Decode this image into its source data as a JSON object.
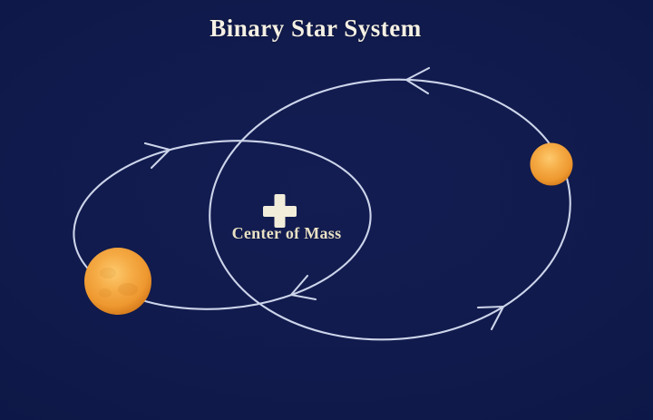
{
  "title": "Binary Star System",
  "diagram": {
    "center_of_mass_label": "Center of Mass",
    "orbits": [
      {
        "name": "left-orbit",
        "direction_shown": "clockwise"
      },
      {
        "name": "right-orbit",
        "direction_shown": "counterclockwise"
      }
    ],
    "stars": [
      {
        "name": "primary-star"
      },
      {
        "name": "secondary-star"
      }
    ],
    "marker": "plus-cross"
  },
  "colors": {
    "bg_center": "#131d52",
    "bg_edge": "#0c1642",
    "orbit_stroke": "#ccd4ea",
    "title_text": "#f4f0e4",
    "label_text": "#e9e1c6",
    "cross_fill": "#f2edda",
    "star_core": "#fdc96d",
    "star_body": "#f5ab45",
    "star_deep": "#ee9830",
    "star_edge": "#d67c1c",
    "star_rim": "#7e4410"
  }
}
